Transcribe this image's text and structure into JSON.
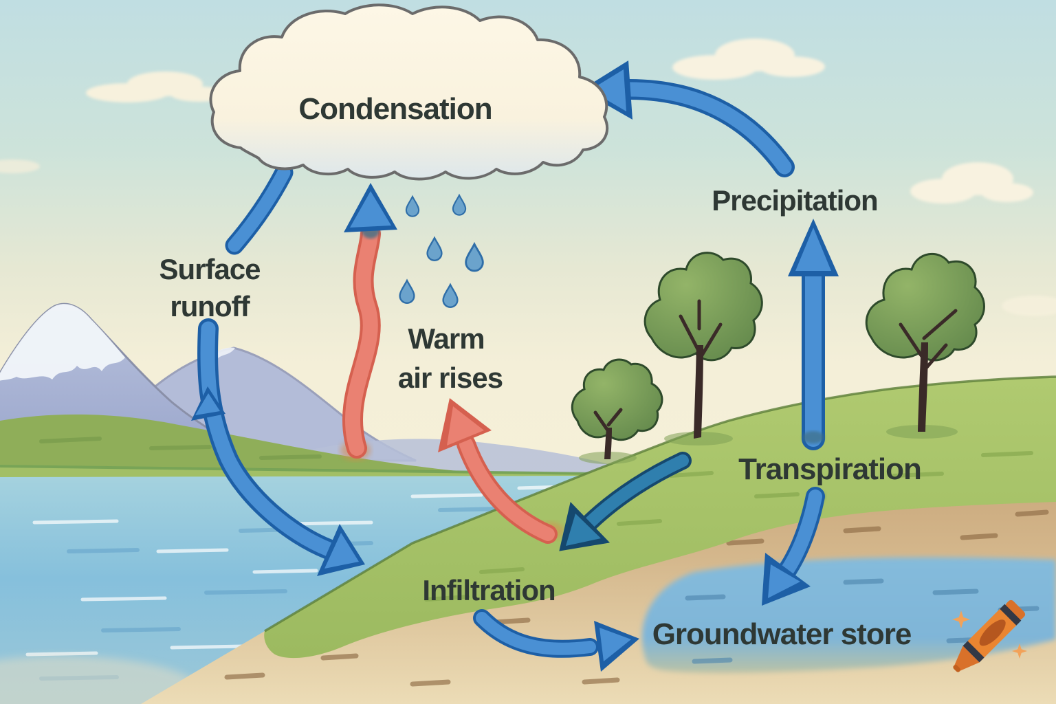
{
  "scene": {
    "type": "water-cycle-diagram",
    "labels": {
      "condensation": "Condensation",
      "precipitation": "Precipitation",
      "surface_runoff_line1": "Surface",
      "surface_runoff_line2": "runoff",
      "warm_air_line1": "Warm",
      "warm_air_line2": "air rises",
      "transpiration": "Transpiration",
      "infiltration": "Infiltration",
      "groundwater_store": "Groundwater store"
    },
    "colors": {
      "label_text": "#2e3834",
      "arrow_blue": "#4a90d4",
      "arrow_blue_edge": "#1d5fa6",
      "arrow_teal": "#2f7fae",
      "arrow_teal_edge": "#15486e",
      "arrow_red": "#ea8172",
      "arrow_red_edge": "#d5604f",
      "sky_top": "#c0dee2",
      "sky_horizon": "#f6f0d9",
      "cloud_fill": "#fdf6e4",
      "cloud_outline": "#6b6b6b",
      "grass": "#a6c266",
      "soil": "#c29b6e",
      "groundwater": "#7fb7d8",
      "lake": "#8ac4de",
      "mountain": "#a9b3d3",
      "raindrop": "#6ba3cc",
      "logo_orange": "#ea8531",
      "logo_sparkle": "#f2a259"
    },
    "icons": {
      "crayon": "crayon-logo",
      "sparkles": "sparkle"
    }
  }
}
